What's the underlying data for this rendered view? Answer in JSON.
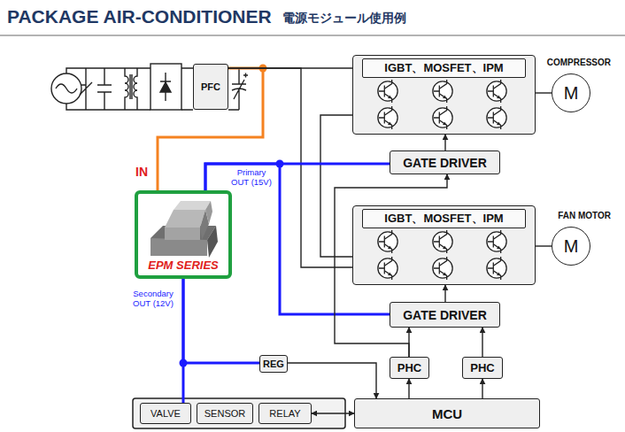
{
  "diagram": {
    "title": "PACKAGE AIR-CONDITIONER",
    "nodes": [
      {
        "text": [
          "PFC"
        ]
      },
      {
        "text": [
          "IGBT、MOSFET、IPM"
        ]
      },
      {
        "text": [
          "COMPRESSOR",
          "M"
        ]
      },
      {
        "text": [
          "GATE DRIVER"
        ]
      },
      {
        "text": [
          "EPM SERIES"
        ]
      },
      {
        "text": [
          "IGBT、MOSFET、IPM"
        ]
      },
      {
        "text": [
          "FAN MOTOR",
          "M"
        ]
      },
      {
        "text": [
          "GATE DRIVER"
        ]
      },
      {
        "text": [
          "REG"
        ]
      },
      {
        "text": [
          "PHC"
        ]
      },
      {
        "text": [
          "PHC"
        ]
      },
      {
        "text": [
          "VALVE"
        ]
      },
      {
        "text": [
          "SENSOR"
        ]
      },
      {
        "text": [
          "RELAY"
        ]
      },
      {
        "text": [
          "MCU"
        ]
      }
    ],
    "edges": [
      {
        "from": 0,
        "to": 4,
        "arrow": "none"
      },
      {
        "from": 0,
        "to": 1,
        "arrow": "none"
      },
      {
        "from": 0,
        "to": 5,
        "arrow": "none"
      },
      {
        "from": 1,
        "to": 5,
        "arrow": "none"
      },
      {
        "from": 1,
        "to": 2,
        "arrow": "none"
      },
      {
        "from": 3,
        "to": 1,
        "arrow": "to"
      },
      {
        "from": 4,
        "to": 3,
        "arrow": "none"
      },
      {
        "from": 4,
        "to": 7,
        "arrow": "none"
      },
      {
        "from": 5,
        "to": 6,
        "arrow": "none"
      },
      {
        "from": 7,
        "to": 5,
        "arrow": "to"
      },
      {
        "from": 4,
        "to": 8,
        "arrow": "none"
      },
      {
        "from": 4,
        "to": 11,
        "arrow": "none"
      },
      {
        "from": 8,
        "to": 14,
        "arrow": "to"
      },
      {
        "from": 14,
        "to": 9,
        "arrow": "to"
      },
      {
        "from": 14,
        "to": 10,
        "arrow": "to"
      },
      {
        "from": 9,
        "to": 7,
        "arrow": "to"
      },
      {
        "from": 10,
        "to": 7,
        "arrow": "to"
      },
      {
        "from": 9,
        "to": 3,
        "arrow": "to"
      },
      {
        "from": 13,
        "to": 14,
        "arrow": "both"
      }
    ],
    "labels": [
      "電源モジュール使用例",
      "IN",
      "Primary OUT (15V)",
      "Secondary OUT (12V)"
    ]
  }
}
